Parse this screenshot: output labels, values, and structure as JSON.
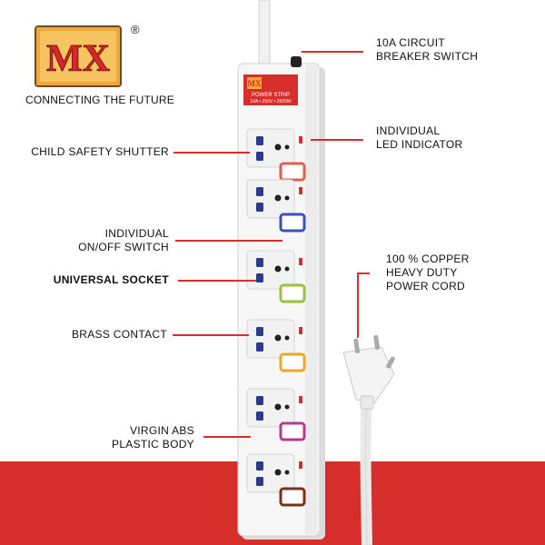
{
  "brand": {
    "logo_text": "MX",
    "registered_mark": "®",
    "tagline": "CONNECTING THE FUTURE"
  },
  "product": {
    "label_brand": "MX",
    "label_title": "POWER STRIP",
    "label_specs": "10A • 250V • 2500W",
    "switch_colors": [
      "#e0604f",
      "#3b4fb6",
      "#9ac23c",
      "#f2a623",
      "#b63b8a",
      "#7b2e18"
    ]
  },
  "callouts": {
    "breaker": [
      "10A CIRCUIT",
      "BREAKER SWITCH"
    ],
    "led": [
      "INDIVIDUAL",
      "LED INDICATOR"
    ],
    "shutter": "CHILD SAFETY SHUTTER",
    "onoff": [
      "INDIVIDUAL",
      "ON/OFF SWITCH"
    ],
    "universal": "UNIVERSAL SOCKET",
    "cord": [
      "100 % COPPER",
      "HEAVY DUTY",
      "POWER CORD"
    ],
    "brass": "BRASS CONTACT",
    "body": [
      "VIRGIN ABS",
      "PLASTIC BODY"
    ]
  },
  "colors": {
    "accent_red": "#d62e2b",
    "logo_orange": "#f29a1e",
    "logo_red": "#d8262b"
  }
}
